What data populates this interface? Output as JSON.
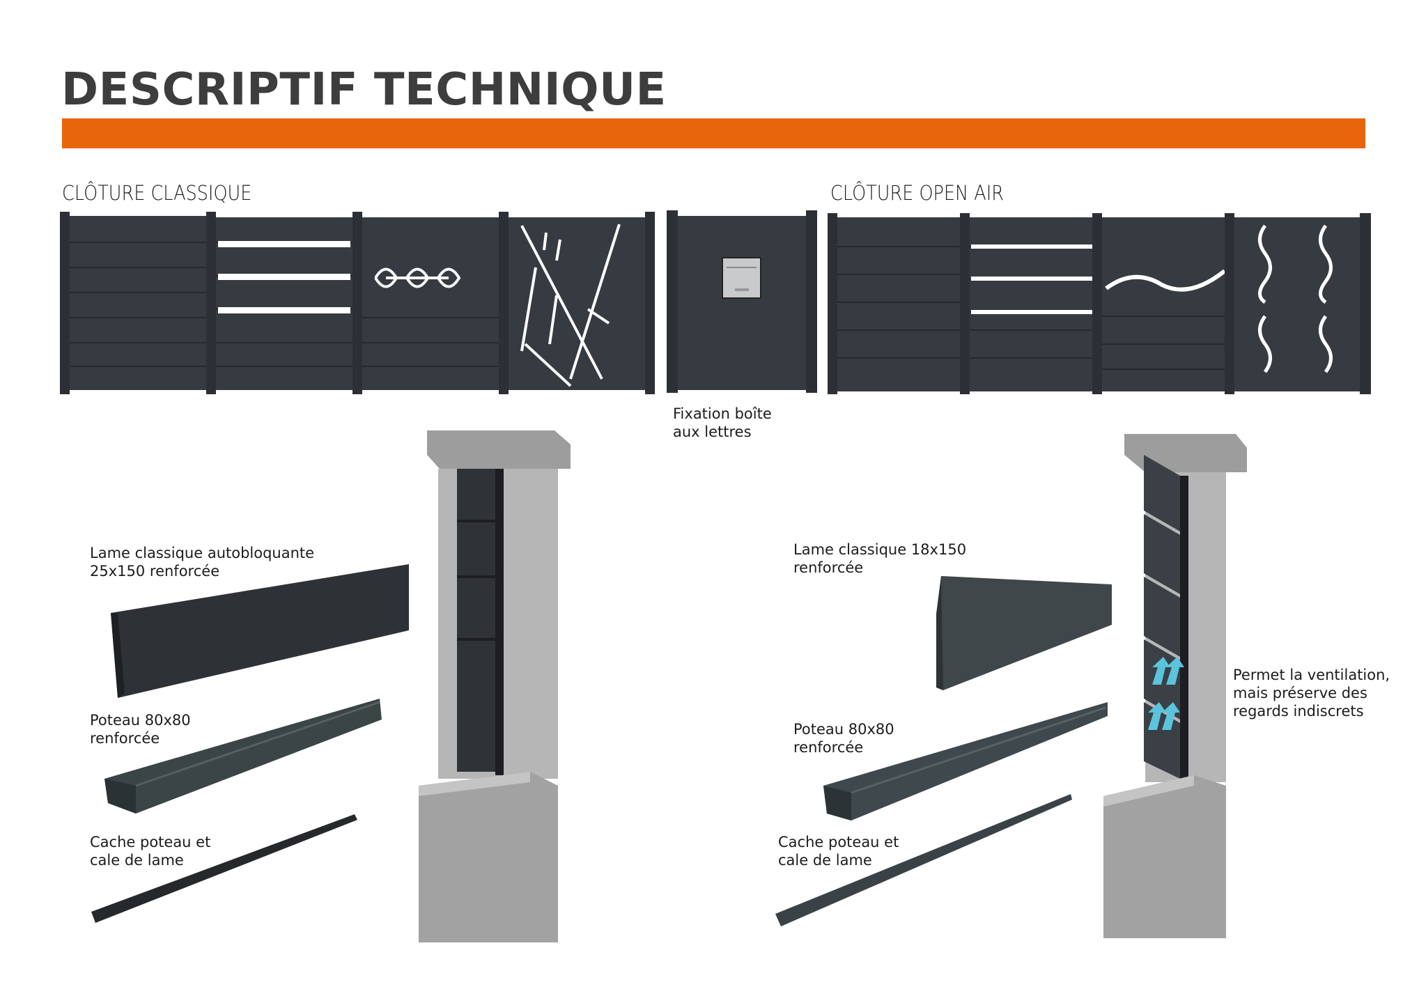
{
  "title": "DESCRIPTIF TECHNIQUE",
  "colors": {
    "accent": "#E8650A",
    "panel": "#363b42",
    "post": "#2c3036",
    "concrete": "#a9a9a9",
    "arrow": "#5bc4dc"
  },
  "classique": {
    "heading": "CLÔTURE CLASSIQUE",
    "labels": {
      "lame": "Lame classique autobloquante\n25x150 renforcée",
      "poteau": "Poteau 80x80\n renforcée",
      "cache": "Cache poteau et\ncale de lame"
    }
  },
  "mailbox": {
    "label": "Fixation boîte\naux lettres"
  },
  "open_air": {
    "heading": "CLÔTURE OPEN AIR",
    "labels": {
      "lame": "Lame classique 18x150\nrenforcée",
      "poteau": "Poteau 80x80\n renforcée",
      "cache": "Cache poteau et\ncale de lame",
      "ventilation": "Permet la ventilation,\nmais préserve des\n regards indiscrets"
    }
  }
}
